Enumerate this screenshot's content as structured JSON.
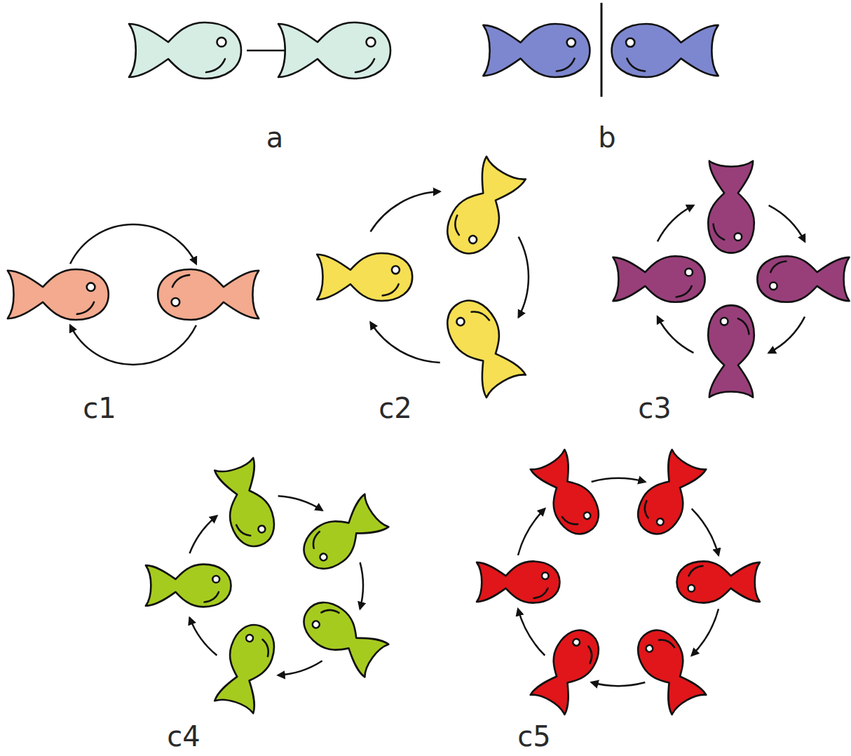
{
  "diagram": {
    "labels": [
      "a",
      "b",
      "c1",
      "c2",
      "c3",
      "c4",
      "c5"
    ]
  }
}
